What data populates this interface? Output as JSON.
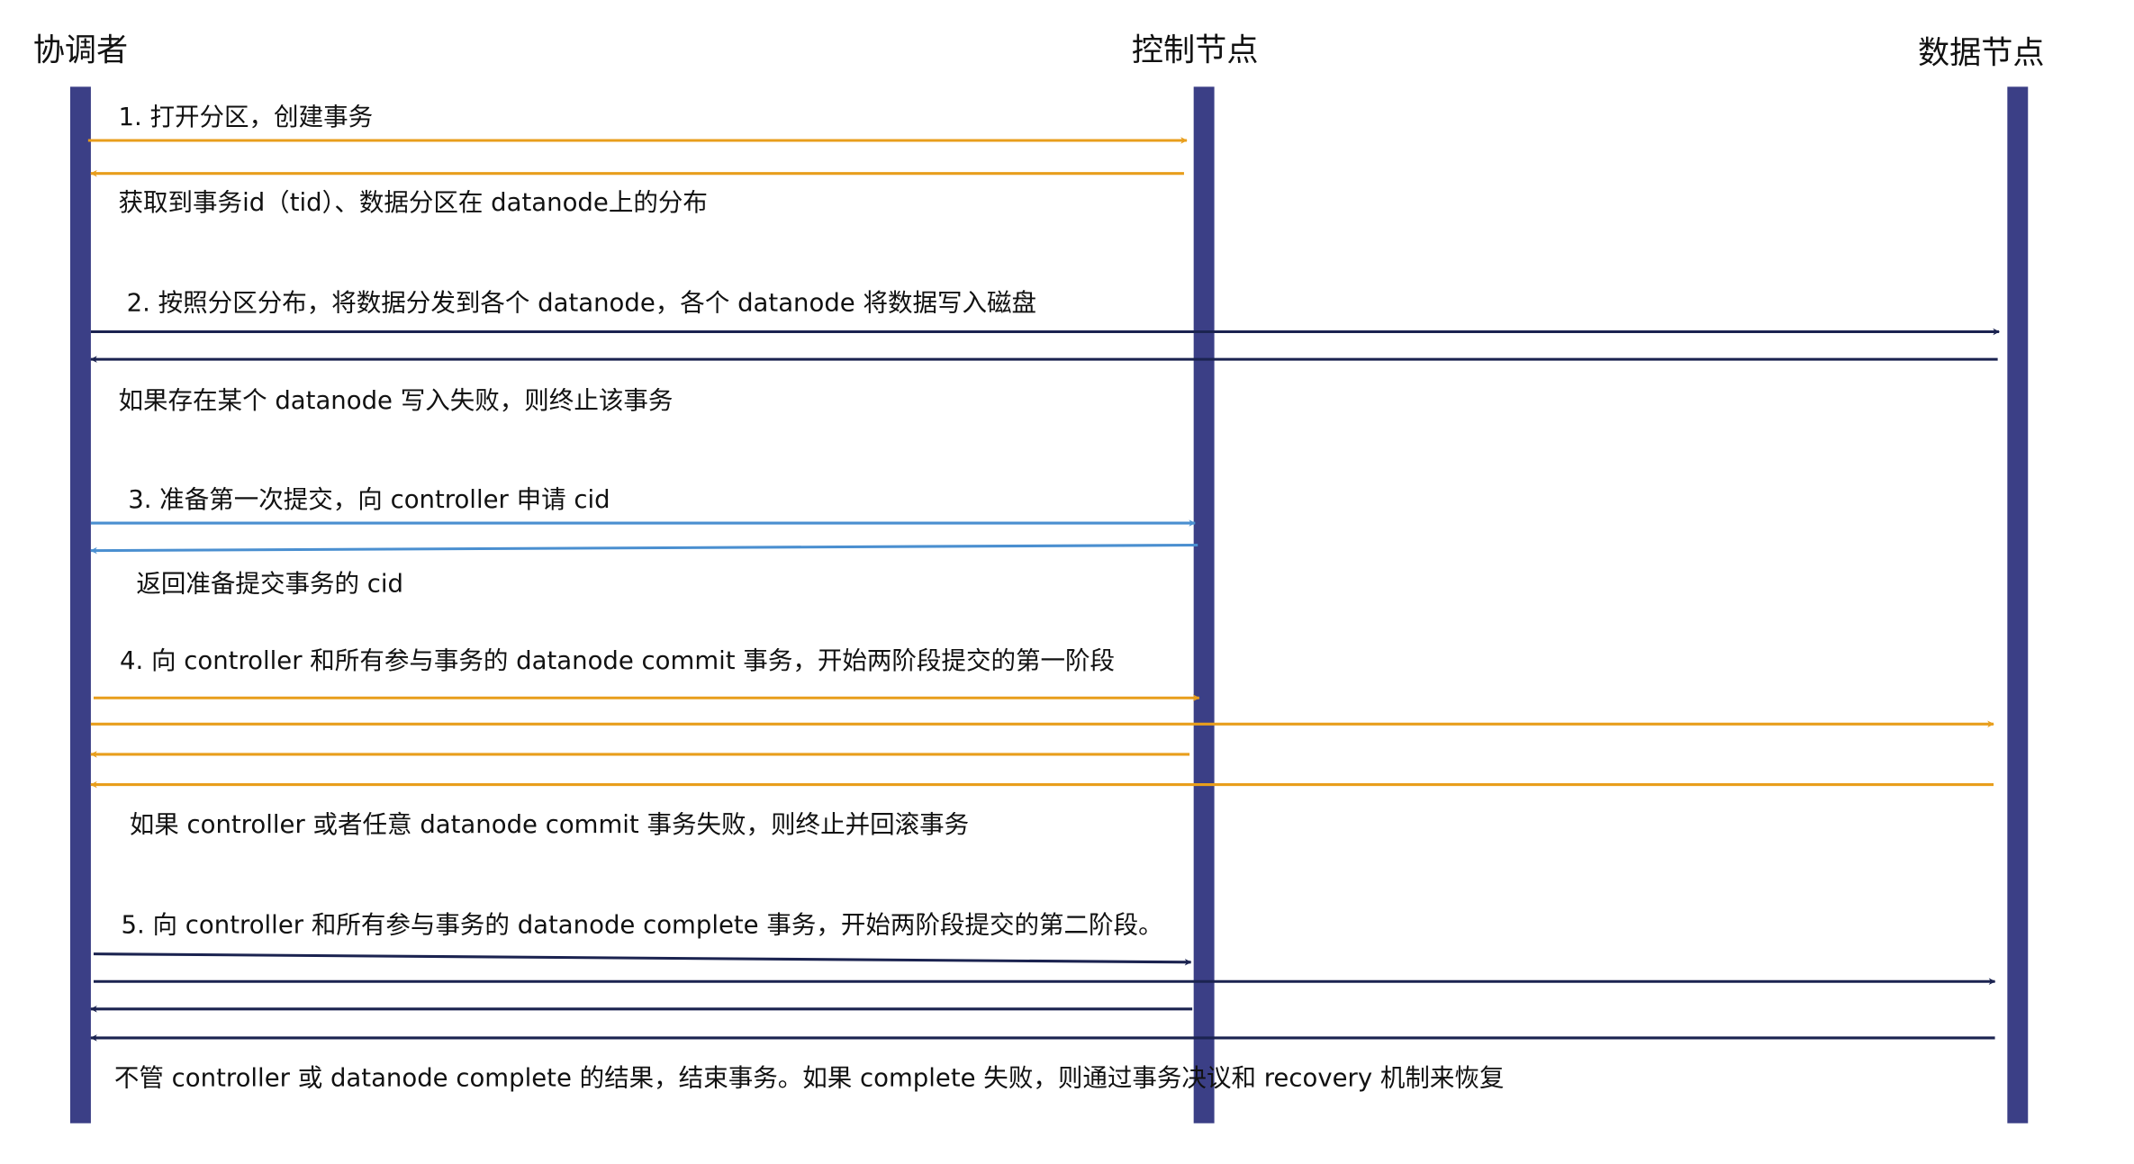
{
  "participants": {
    "coordinator": "协调者",
    "controller": "控制节点",
    "datanode": "数据节点"
  },
  "colors": {
    "lifeline": "#3B3F86",
    "orange": "#E89E1C",
    "navy": "#1B2350",
    "blue": "#4A8FD0"
  },
  "steps": [
    {
      "request": "1. 打开分区，创建事务",
      "response": "获取到事务id（tid）、数据分区在 datanode上的分布"
    },
    {
      "request": "2. 按照分区分布，将数据分发到各个 datanode，各个 datanode 将数据写入磁盘",
      "response": "如果存在某个 datanode 写入失败，则终止该事务"
    },
    {
      "request": "3. 准备第一次提交，向 controller 申请 cid",
      "response": "返回准备提交事务的 cid"
    },
    {
      "request": "4. 向 controller 和所有参与事务的 datanode commit 事务，开始两阶段提交的第一阶段",
      "response": "如果 controller 或者任意 datanode commit 事务失败，则终止并回滚事务"
    },
    {
      "request": "5. 向 controller 和所有参与事务的 datanode complete 事务，开始两阶段提交的第二阶段。",
      "response": "不管 controller 或 datanode complete 的结果，结束事务。如果 complete 失败，则通过事务决议和 recovery 机制来恢复"
    }
  ]
}
